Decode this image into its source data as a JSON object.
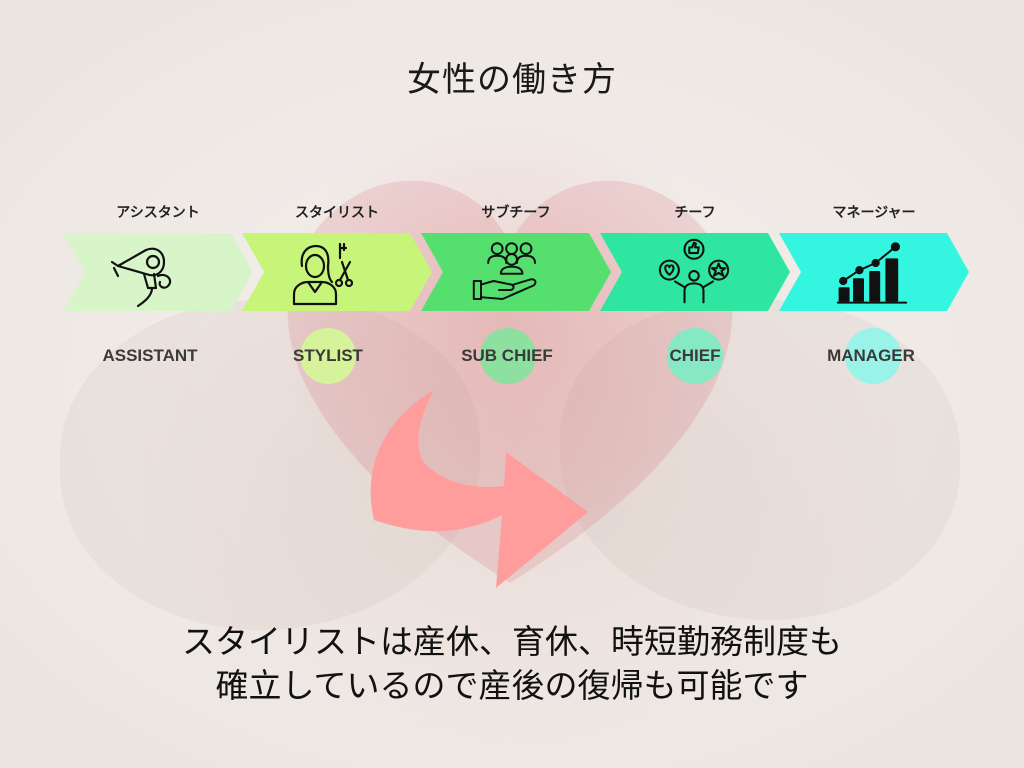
{
  "title": "女性の働き方",
  "steps": [
    {
      "jp": "アシスタント",
      "en": "ASSISTANT",
      "color": "#d8f5c9",
      "dot": "",
      "icon": "hair-dryer-icon"
    },
    {
      "jp": "スタイリスト",
      "en": "STYLIST",
      "color": "#c7f57a",
      "dot": "#d6f29a",
      "icon": "stylist-scissors-icon"
    },
    {
      "jp": "サブチーフ",
      "en": "SUB CHIEF",
      "color": "#55df6e",
      "dot": "#8ee0a0",
      "icon": "team-hand-icon"
    },
    {
      "jp": "チーフ",
      "en": "CHIEF",
      "color": "#2fe6a0",
      "dot": "#86e8c4",
      "icon": "feedback-person-icon"
    },
    {
      "jp": "マネージャー",
      "en": "MANAGER",
      "color": "#33f5e0",
      "dot": "#9af3e8",
      "icon": "growth-chart-icon"
    }
  ],
  "arrow_color": "#ff9d9d",
  "bottom_text": {
    "line1": "スタイリストは産休、育休、時短勤務制度も",
    "line2": "確立しているので産後の復帰も可能です"
  }
}
